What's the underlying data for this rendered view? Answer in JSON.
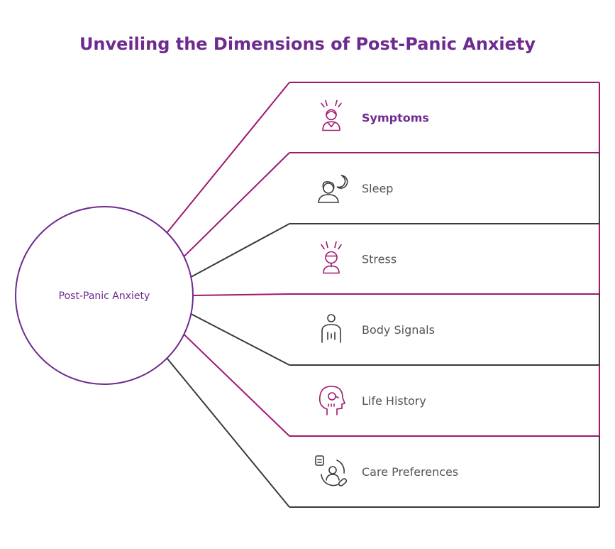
{
  "title": "Unveiling the Dimensions of Post-Panic Anxiety",
  "center": {
    "label": "Post-Panic Anxiety"
  },
  "items": [
    {
      "label": "Symptoms",
      "icon": "stressed-person-icon",
      "bold": true
    },
    {
      "label": "Sleep",
      "icon": "sleeping-person-moon-icon",
      "bold": false
    },
    {
      "label": "Stress",
      "icon": "stressed-head-icon",
      "bold": false
    },
    {
      "label": "Body Signals",
      "icon": "body-signals-icon",
      "bold": false
    },
    {
      "label": "Life History",
      "icon": "head-thought-icon",
      "bold": false
    },
    {
      "label": "Care Preferences",
      "icon": "person-document-icon",
      "bold": false
    }
  ],
  "colors": {
    "purple": "#a0176e",
    "title_purple": "#6e2a8f",
    "dark": "#3a3a3a",
    "text_gray": "#555555"
  }
}
